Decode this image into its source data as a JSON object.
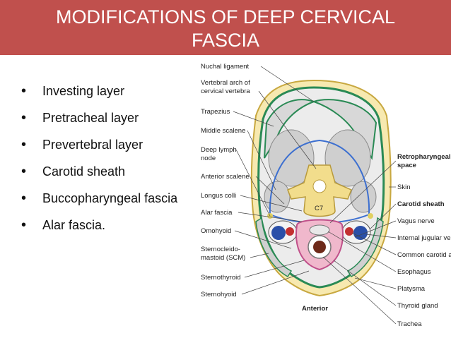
{
  "slide": {
    "title_line1": "MODIFICATIONS  OF DEEP CERVICAL",
    "title_line2": "FASCIA",
    "bullets": [
      "Investing layer",
      "Pretracheal layer",
      "Prevertebral layer",
      "Carotid sheath",
      "Buccopharyngeal fascia",
      "Alar fascia."
    ]
  },
  "diagram": {
    "left_labels": [
      "Nuchal ligament",
      "Vertebral arch of",
      "cervical vertebra",
      "Trapezius",
      "Middle scalene",
      "Deep lymph",
      "node",
      "Anterior scalene",
      "Longus colli",
      "Alar fascia",
      "Omohyoid",
      "Sternocleido-",
      "mastoid (SCM)",
      "Sternothyroid",
      "Sternohyoid"
    ],
    "right_labels": [
      "Retropharyngeal",
      "space",
      "Skin",
      "Carotid sheath",
      "Vagus nerve",
      "Internal jugular vein",
      "Common carotid artery",
      "Esophagus",
      "Platysma",
      "Thyroid gland",
      "Trachea"
    ],
    "center_labels": {
      "vertebra": "C7",
      "anterior": "Anterior"
    }
  }
}
